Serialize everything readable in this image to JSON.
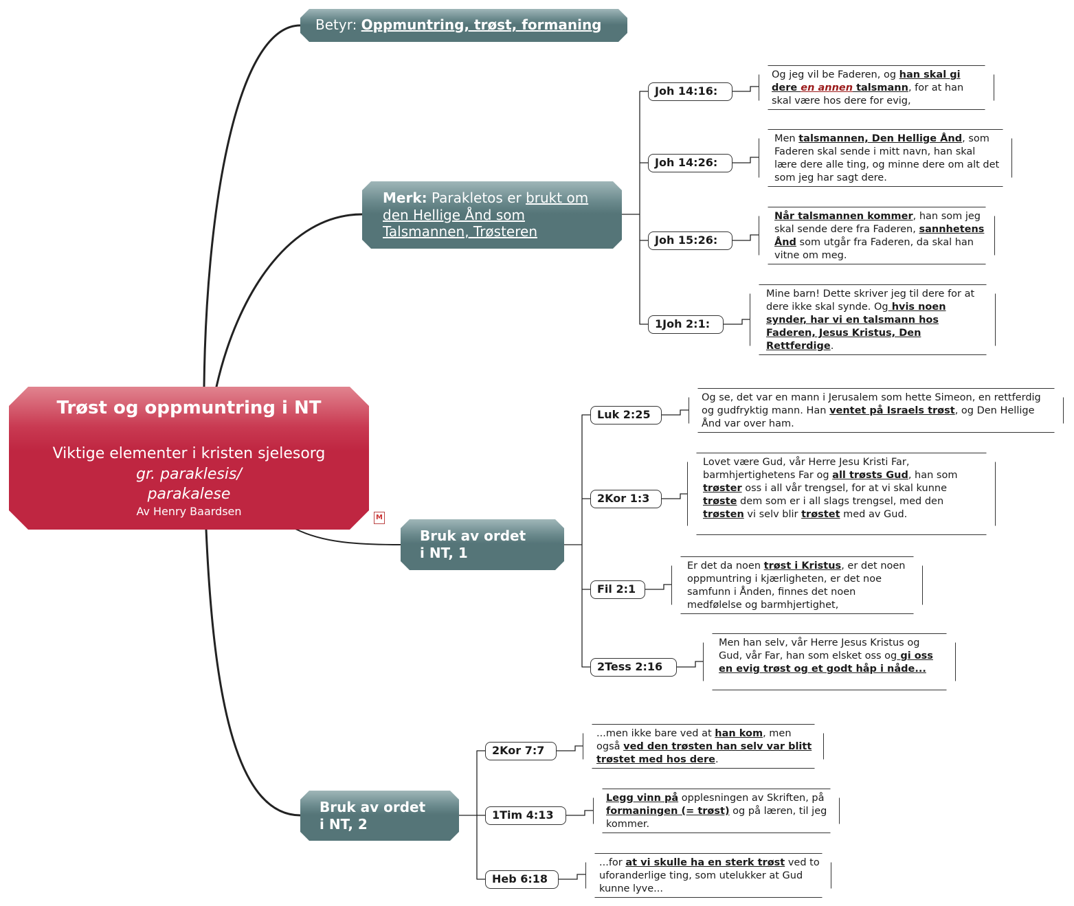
{
  "central": {
    "title": "Trøst og oppmuntring i NT",
    "subtitle": "Viktige elementer i kristen sjelesorg",
    "greek_line1": "gr. paraklesis/",
    "greek_line2": "parakalese",
    "author": "Av Henry Baardsen"
  },
  "betyr": {
    "label": "Betyr: ",
    "value": "Oppmuntring, trøst, formaning"
  },
  "merk": {
    "label": "Merk:",
    "text": " Parakletos er ",
    "link": "brukt om den Hellige Ånd som Talsmannen, Trøsteren"
  },
  "bruk1": {
    "line1": "Bruk av ordet",
    "line2": "i NT, 1"
  },
  "bruk2": {
    "line1": "Bruk av ordet",
    "line2": "i NT, 2"
  },
  "icons": {
    "mindmap": "mindmanager-icon"
  },
  "colors": {
    "central": "#bf2641",
    "main": "#557578"
  },
  "refs": {
    "joh1416": "Joh 14:16:",
    "joh1426": "Joh 14:26:",
    "joh1526": "Joh 15:26:",
    "ijoh21": "1Joh 2:1:",
    "luk225": "Luk 2:25",
    "kor13": "2Kor 1:3",
    "fil21": "Fil 2:1",
    "tess216": "2Tess 2:16",
    "kor77": "2Kor 7:7",
    "tim413": "1Tim 4:13",
    "heb618": "Heb 6:18"
  },
  "verses": {
    "joh1416": {
      "a": "Og jeg vil be Faderen, og ",
      "b": "han skal gi dere ",
      "c": "en annen",
      "d": " talsmann",
      "e": ", for at han skal være hos dere for evig,"
    },
    "joh1426": {
      "a": "Men ",
      "b": "talsmannen, Den Hellige Ånd",
      "c": ", som Faderen skal sende i mitt navn, han skal lære dere alle ting, og minne dere om alt det som jeg har sagt dere."
    },
    "joh1526": {
      "a": "Når talsmannen kommer",
      "b": ", han som jeg skal sende dere fra Faderen, ",
      "c": "sannhetens Ånd",
      "d": " som utgår fra Faderen, da skal han vitne om meg."
    },
    "ijoh21": {
      "a": "Mine barn! Dette skriver jeg til dere for at dere ikke skal synde. Og",
      "b": " hvis noen synder, har vi en talsmann hos Faderen, Jesus Kristus, Den Rettferdige",
      "c": "."
    },
    "luk225": {
      "a": "Og se, det var en mann i Jerusalem som hette Simeon, en rettferdig og gudfryktig mann. Han ",
      "b": "ventet på Israels trøst",
      "c": ", og Den Hellige Ånd var over ham."
    },
    "kor13": {
      "a": "Lovet være Gud, vår Herre Jesu Kristi Far, barmhjertighetens Far og ",
      "b": "all trøsts Gud",
      "c": ", han som ",
      "d": "trøster",
      "e": " oss i all vår trengsel, for at vi skal kunne ",
      "f": "trøste",
      "g": " dem som er i all slags trengsel, med den ",
      "h": "trøsten",
      "i": " vi selv blir ",
      "j": "trøstet",
      "k": " med av Gud."
    },
    "fil21": {
      "a": "Er det da noen ",
      "b": "trøst i Kristus",
      "c": ", er det noen oppmuntring i kjærligheten, er det noe samfunn i Ånden, finnes det noen medfølelse og barmhjertighet,"
    },
    "tess216": {
      "a": "Men han selv, vår Herre Jesus Kristus og Gud, vår Far, han som elsket oss og",
      "b": " gi oss en evig trøst og et godt håp i nåde..."
    },
    "kor77": {
      "a": "...men ikke bare ved at ",
      "b": "han kom",
      "c": ", men også ",
      "d": "ved den trøsten han selv var blitt trøstet med hos dere",
      "e": "."
    },
    "tim413": {
      "a": "Legg vinn på",
      "b": " opplesningen av Skriften, på ",
      "c": "formaningen (= trøst)",
      "d": " og på læren, til jeg kommer."
    },
    "heb618": {
      "a": "...for ",
      "b": "at vi skulle ha en sterk trøst",
      "c": " ved to uforanderlige ting, som utelukker at Gud kunne lyve..."
    }
  }
}
